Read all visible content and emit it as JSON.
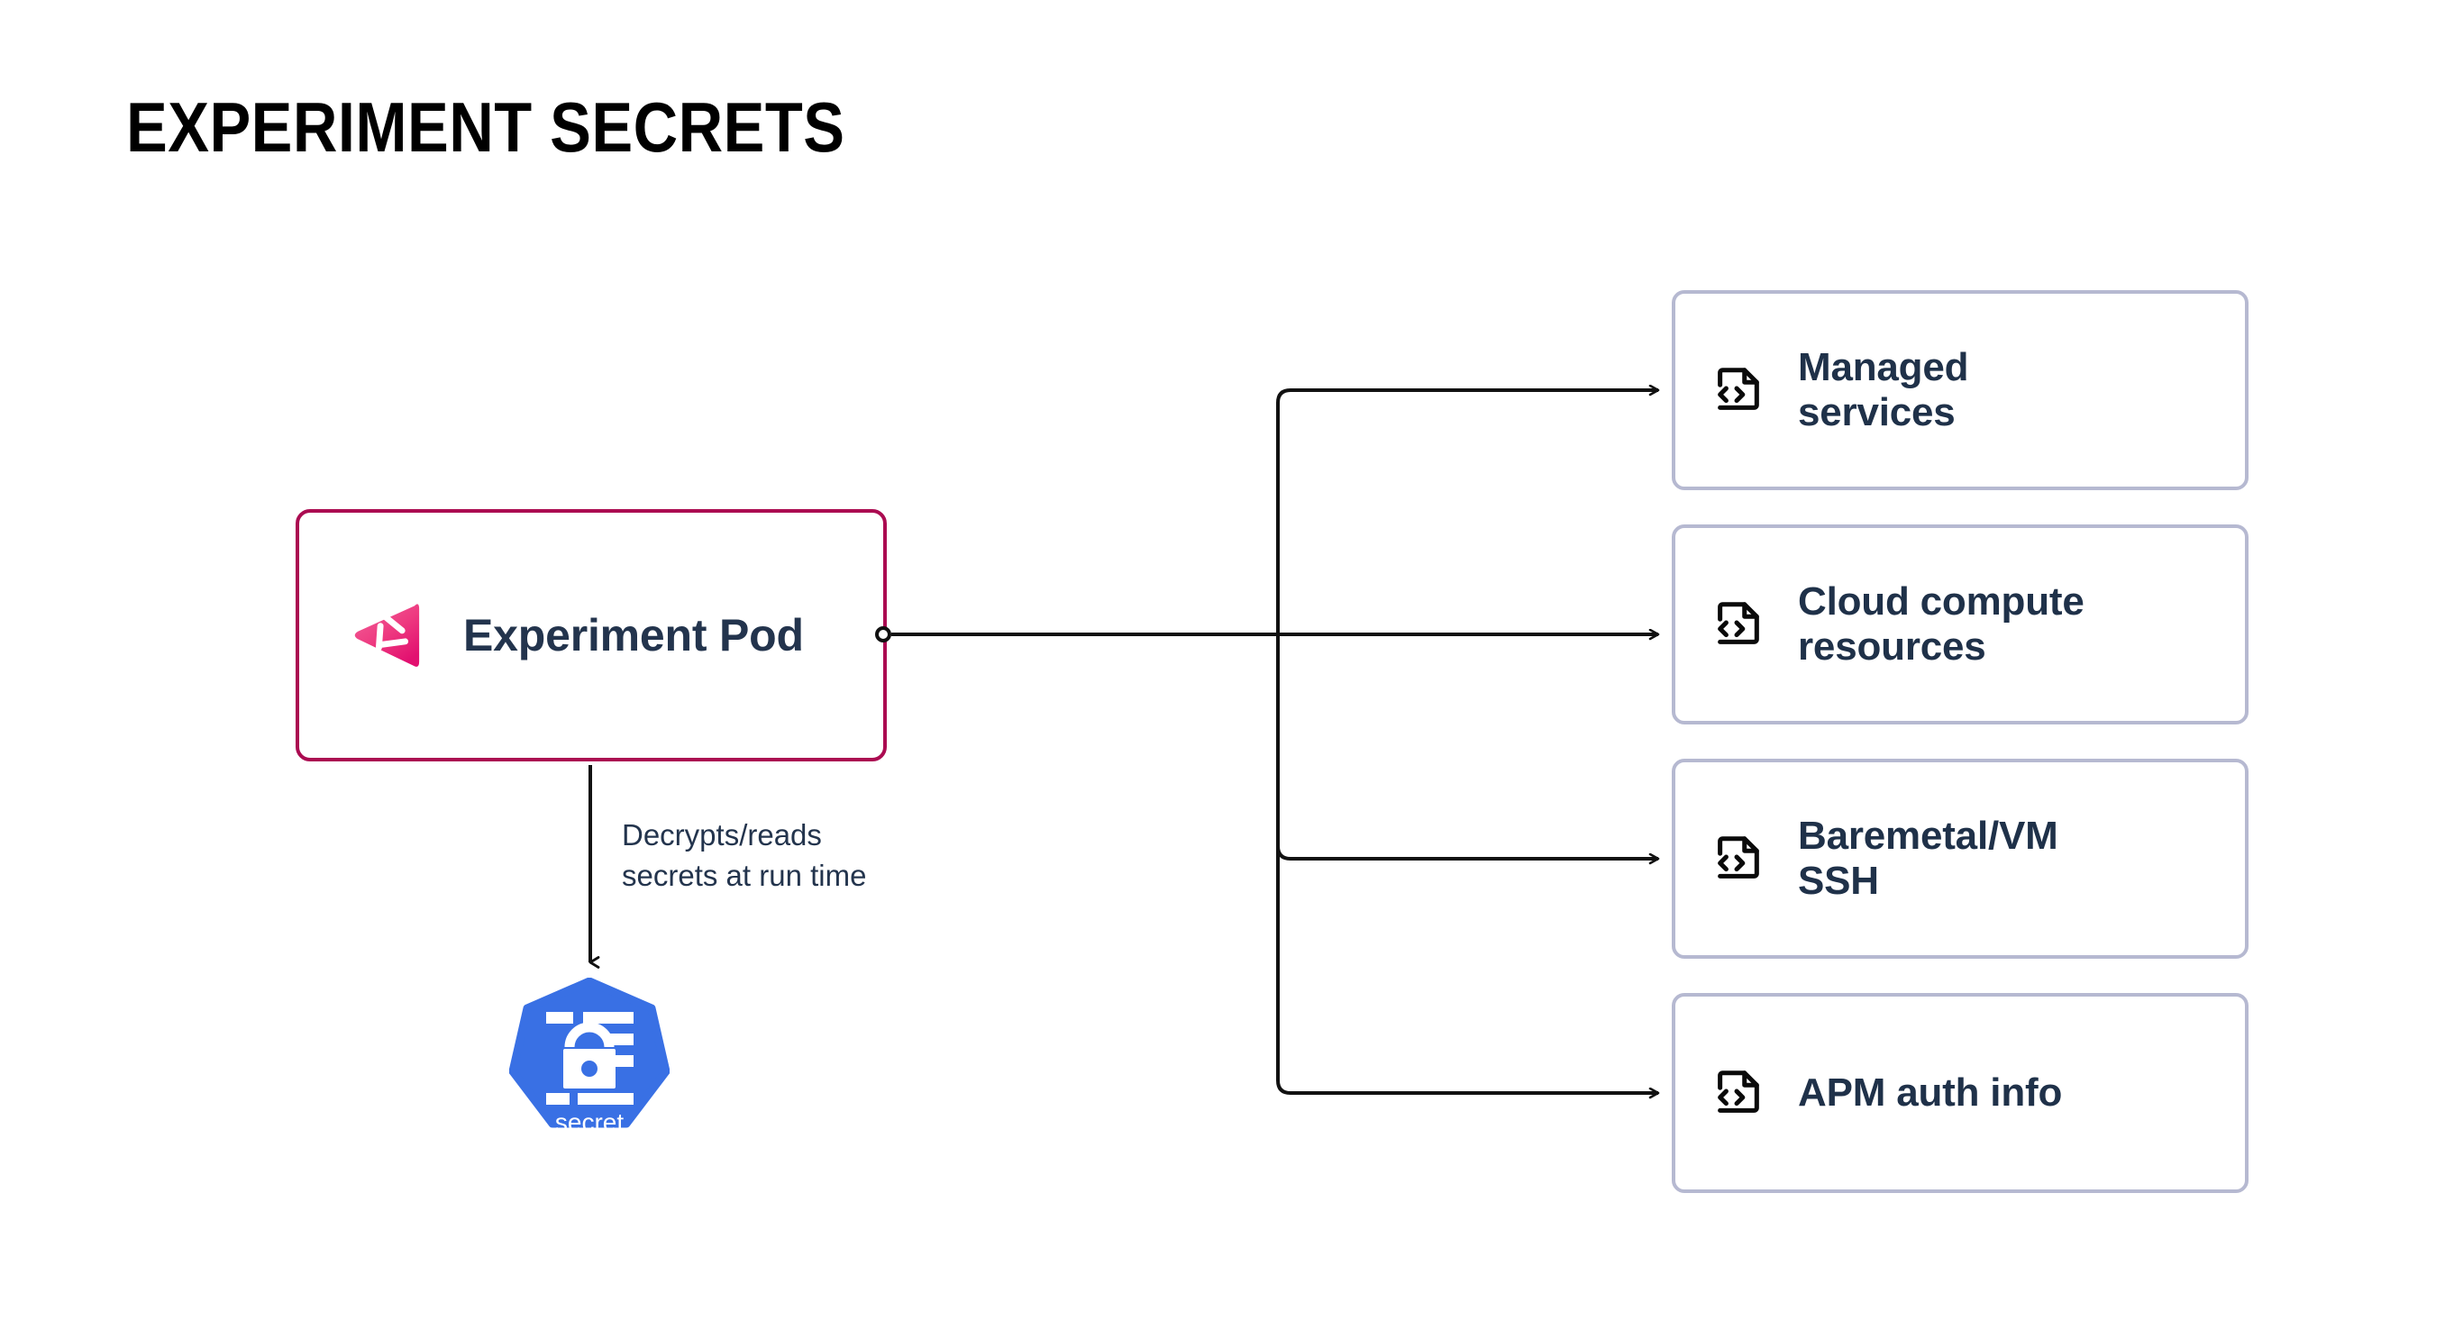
{
  "page": {
    "title": "EXPERIMENT SECRETS",
    "background_color": "#ffffff"
  },
  "colors": {
    "pod_border": "#ab0b51",
    "pod_logo_pink_light": "#f0568f",
    "pod_logo_pink_dark": "#e31471",
    "card_border": "#b6b9d1",
    "card_text": "#1f3149",
    "edge_stroke": "#111111",
    "k8s_blue": "#3970e4",
    "label_text": "#23344d"
  },
  "source_node": {
    "label": "Experiment Pod",
    "logo_icon": "gremlin-logo-icon",
    "connector_dot": "edge-source-dot"
  },
  "secret_flow": {
    "edge_label": "Decrypts/reads\nsecrets at run time",
    "edge_label_line_1": "Decrypts/reads",
    "edge_label_line_2": "secrets at run time",
    "target_label": "secret",
    "target_icon": "kubernetes-secret-icon"
  },
  "targets": [
    {
      "label": "Managed services",
      "line_1": "Managed",
      "line_2": "services",
      "icon": "code-file-icon"
    },
    {
      "label": "Cloud compute resources",
      "line_1": "Cloud compute",
      "line_2": "resources",
      "icon": "code-file-icon"
    },
    {
      "label": "Baremetal/VM SSH",
      "line_1": "Baremetal/VM",
      "line_2": "SSH",
      "icon": "code-file-icon"
    },
    {
      "label": "APM auth info",
      "line_1": "APM auth info",
      "line_2": "",
      "icon": "code-file-icon"
    }
  ]
}
